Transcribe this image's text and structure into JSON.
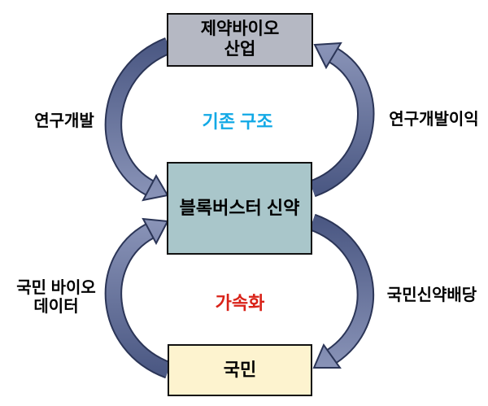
{
  "diagram": {
    "background": "#ffffff",
    "boxes": {
      "industry": {
        "label": "제약바이오\n산업",
        "fill": "#b5b8c3"
      },
      "blockbuster": {
        "label": "블록버스터 신약",
        "fill": "#a9c6ca"
      },
      "citizens": {
        "label": "국민",
        "fill": "#fdf3cf"
      }
    },
    "labels": {
      "rd": "연구개발",
      "existing_structure": "기존 구조",
      "rd_profit": "연구개발이익",
      "bio_data": "국민 바이오\n데이터",
      "acceleration": "가속화",
      "drug_dividend": "국민신약배당"
    },
    "colors": {
      "existing_structure_text": "#12a9e6",
      "acceleration_text": "#d92218",
      "arrow_dark": "#4c5984",
      "arrow_light": "#8a94b8",
      "arrow_outline": "#2b3557",
      "box_border": "#111111"
    }
  }
}
